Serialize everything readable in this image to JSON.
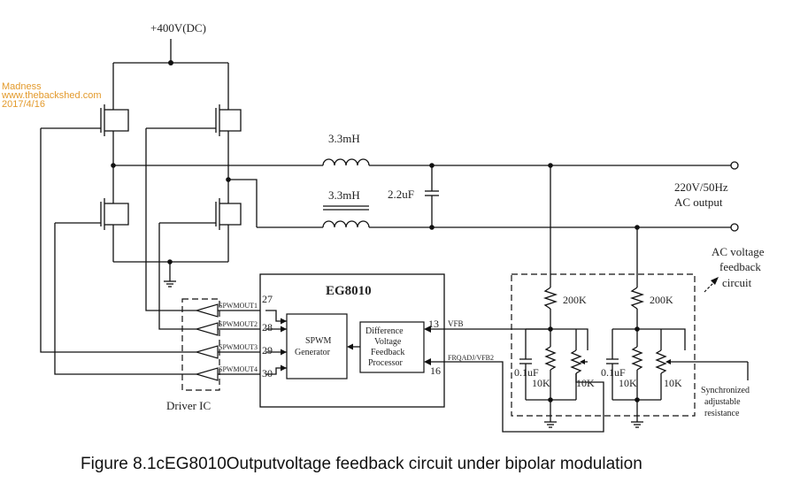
{
  "watermark": {
    "line1": "Madness",
    "line2": "www.thebackshed.com",
    "line3": "2017/4/16"
  },
  "supply_label": "+400V(DC)",
  "inductor_labels": [
    "3.3mH",
    "3.3mH"
  ],
  "capacitor_label": "2.2uF",
  "output_label": {
    "line1": "220V/50Hz",
    "line2": "AC output"
  },
  "ic": {
    "name": "EG8010",
    "pins_left": [
      {
        "name": "SPWMOUT1",
        "number": "27"
      },
      {
        "name": "SPWMOUT2",
        "number": "28"
      },
      {
        "name": "SPWMOUT3",
        "number": "29"
      },
      {
        "name": "SPWMOUT4",
        "number": "30"
      }
    ],
    "spwm_block": {
      "line1": "SPWM",
      "line2": "Generator"
    },
    "diff_block": {
      "line1": "Difference",
      "line2": "Voltage",
      "line3": "Feedback",
      "line4": "Processor"
    },
    "pin_right_top": {
      "number": "13",
      "name": "VFB"
    },
    "pin_right_bottom": {
      "number": "16",
      "name": "FRQADJ/VFB2"
    }
  },
  "driver_label": "Driver IC",
  "feedback_label": {
    "line1": "AC voltage",
    "line2": "feedback",
    "line3": "circuit"
  },
  "resistor_labels": [
    "200K",
    "200K"
  ],
  "cap_small_labels": [
    "0.1uF",
    "0.1uF"
  ],
  "pot_labels": [
    "10K",
    "10K",
    "10K",
    "10K"
  ],
  "sync_label": {
    "line1": "Synchronized",
    "line2": "adjustable",
    "line3": "resistance"
  },
  "caption": "Figure 8.1cEG8010Outputvoltage feedback circuit under bipolar modulation"
}
